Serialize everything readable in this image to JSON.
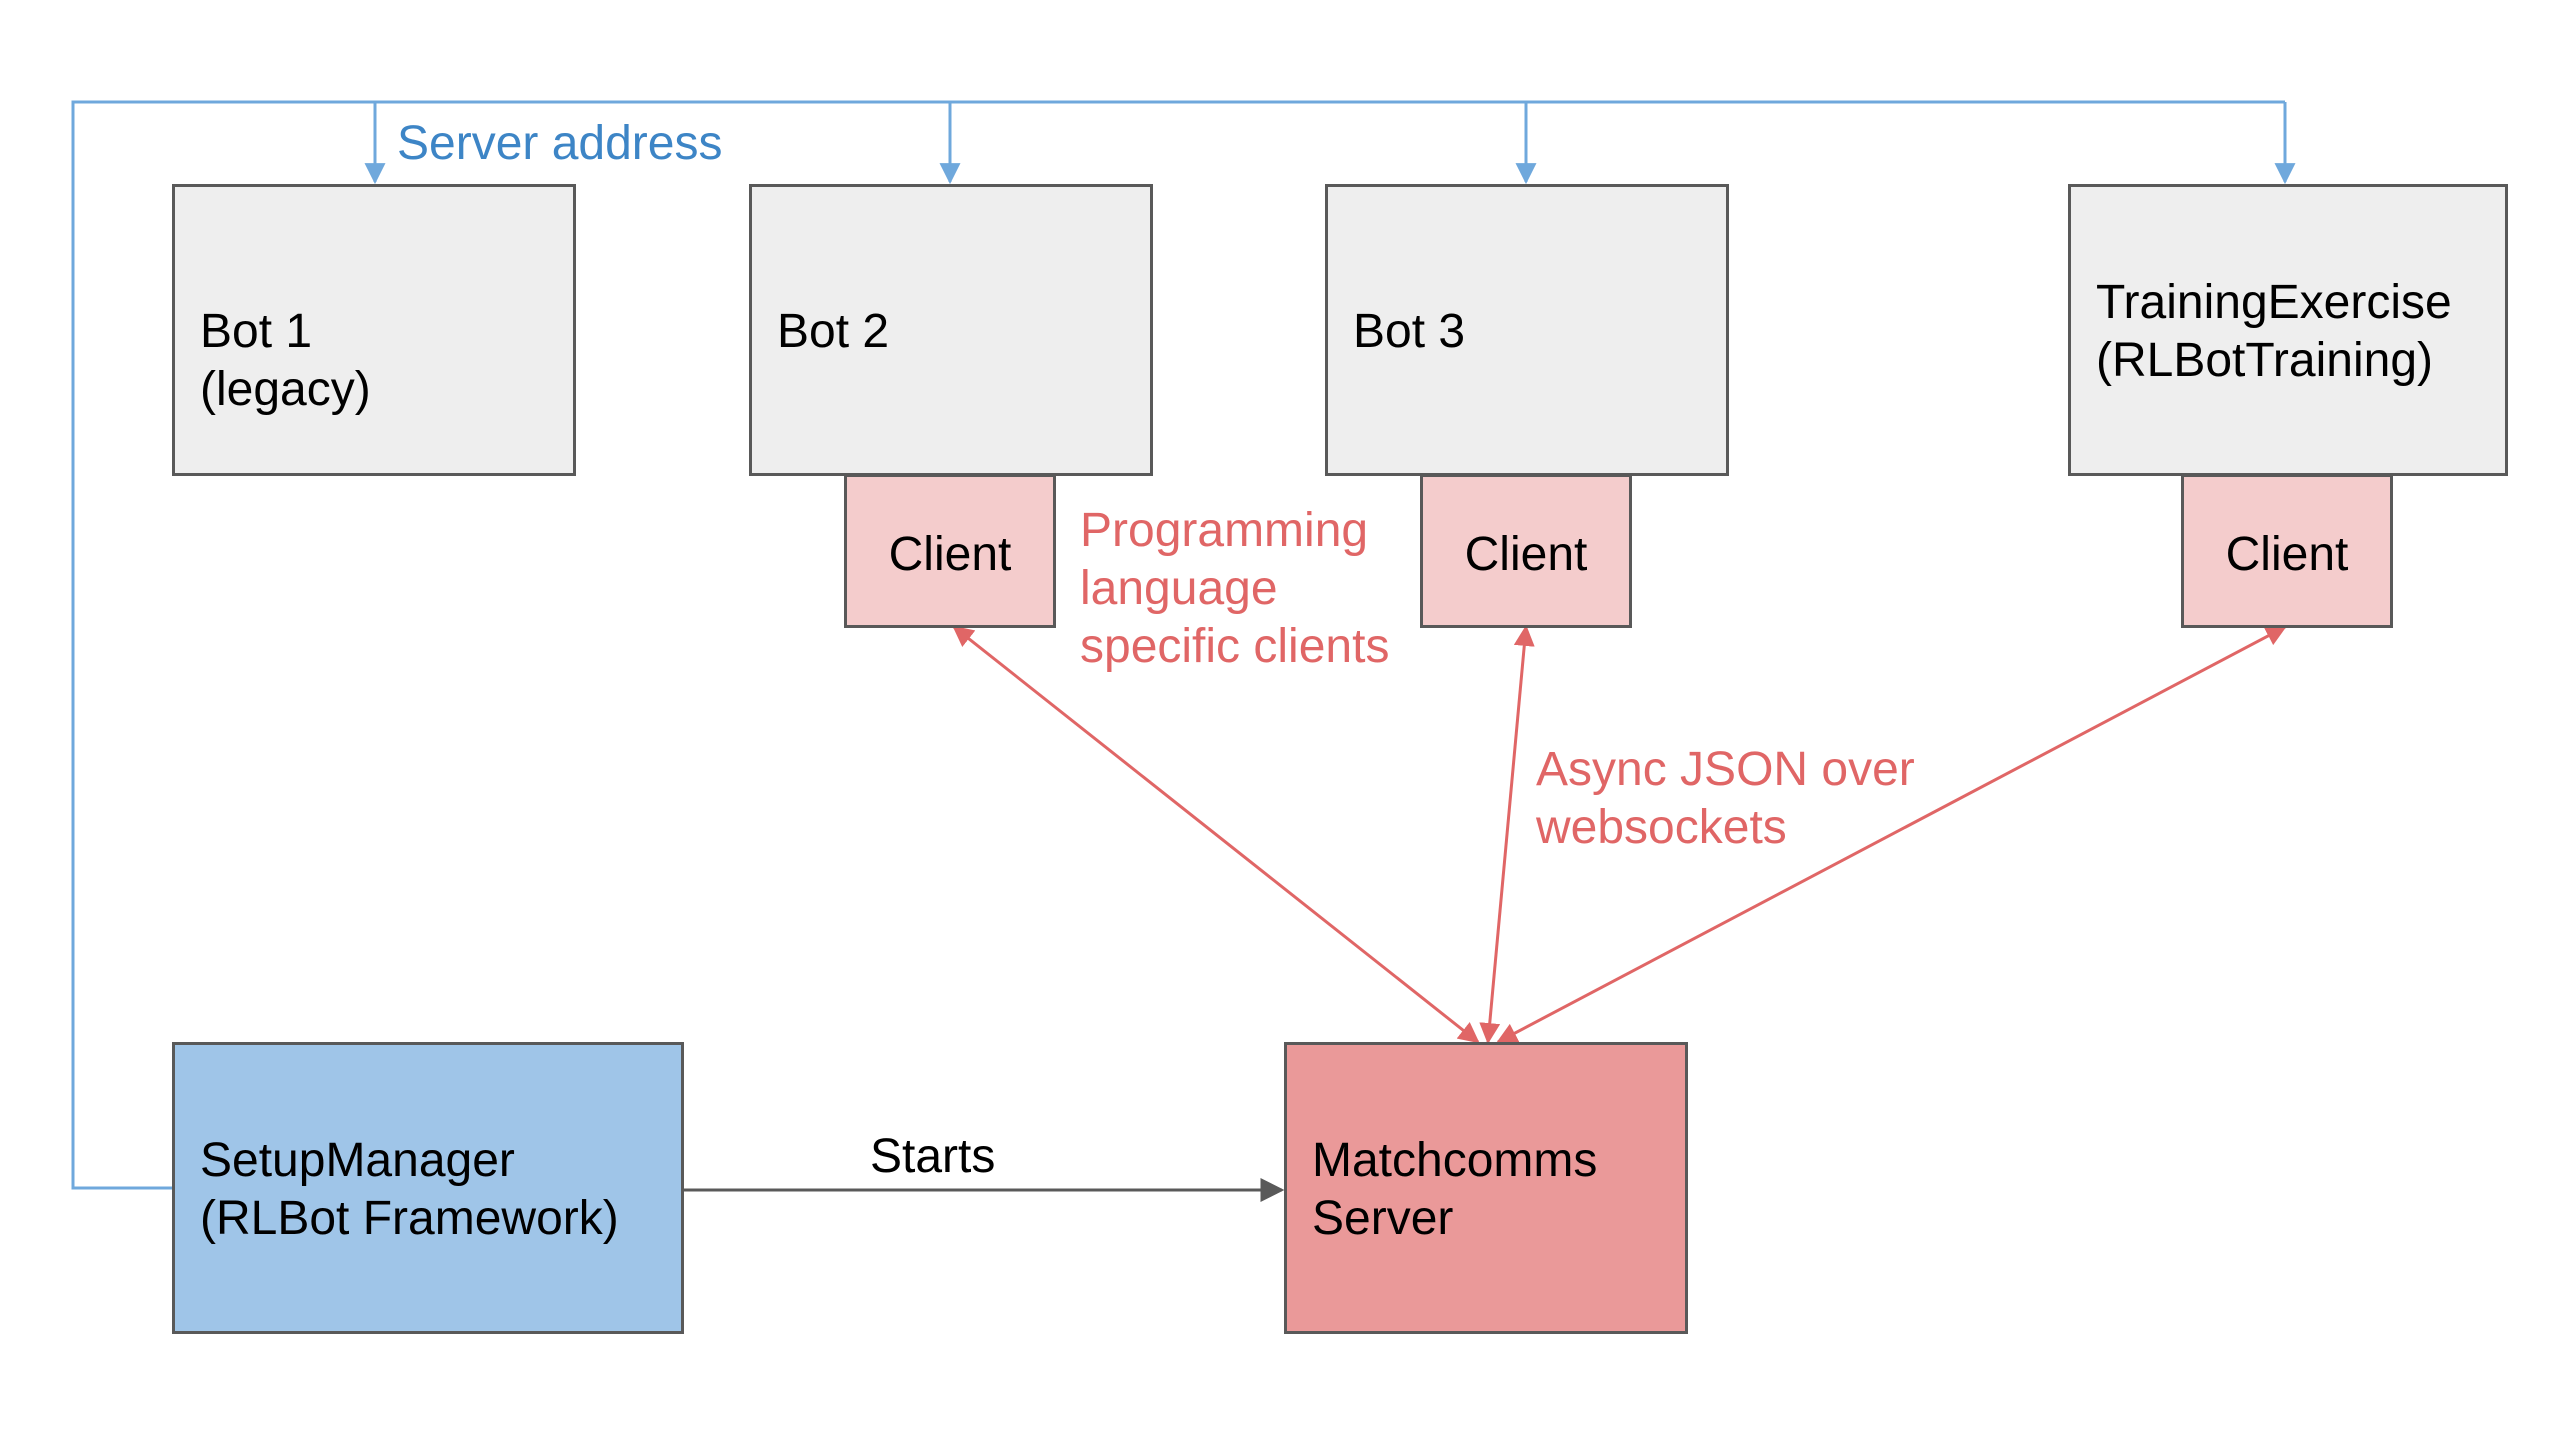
{
  "nodes": {
    "bot1": "Bot 1\n(legacy)",
    "bot2": "Bot 2",
    "bot3": "Bot 3",
    "training": "TrainingExercise\n(RLBotTraining)",
    "client": "Client",
    "setup_manager": "SetupManager\n(RLBot Framework)",
    "matchcomms_server": "Matchcomms\nServer"
  },
  "edge_labels": {
    "server_address": "Server address",
    "clients_note": "Programming\nlanguage\nspecific clients",
    "protocol": "Async JSON over\nwebsockets",
    "starts": "Starts"
  },
  "colors": {
    "bot_fill": "#eeeeee",
    "client_fill": "#f4cccc",
    "setup_fill": "#9fc5e8",
    "server_fill": "#ea9999",
    "address_line": "#6fa8dc",
    "websocket_line": "#e06666",
    "starts_line": "#595959"
  }
}
